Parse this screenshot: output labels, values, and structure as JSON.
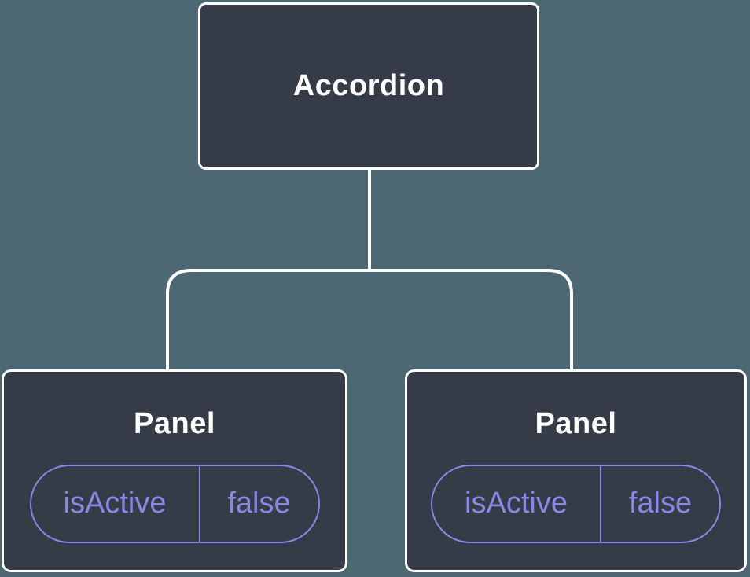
{
  "colors": {
    "background": "#4d6872",
    "node_fill": "#353b47",
    "node_border": "#ffffff",
    "connector": "#ffffff",
    "accent": "#8789e4",
    "title_text": "#ffffff"
  },
  "tree": {
    "root": {
      "label": "Accordion"
    },
    "children": [
      {
        "label": "Panel",
        "state": {
          "name": "isActive",
          "value": "false"
        }
      },
      {
        "label": "Panel",
        "state": {
          "name": "isActive",
          "value": "false"
        }
      }
    ]
  }
}
